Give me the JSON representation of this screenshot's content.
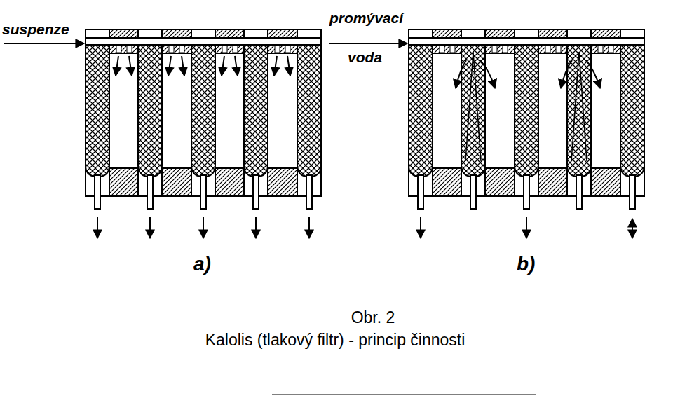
{
  "diagram": {
    "caption": "Kalolis (tlakový filtr) - princip činnosti",
    "labels": [
      "suspenze",
      "promývací",
      "voda",
      "a)",
      "b)",
      "Obr. 2"
    ]
  }
}
